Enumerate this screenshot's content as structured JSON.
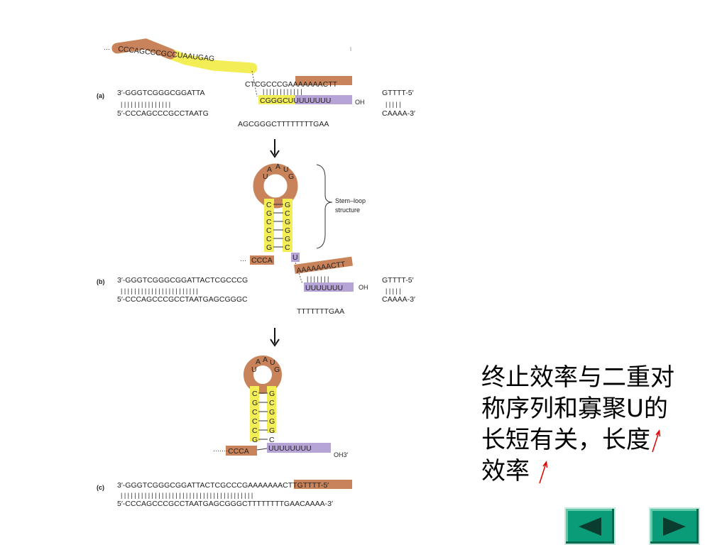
{
  "figure": {
    "panels": {
      "a": {
        "label": "(a)",
        "rna_tail_top": "CCCAGCCCGCCUAAUGAG",
        "dna_top_left": "3′-GGGTCGGGCGGATTA",
        "dna_bottom_left": "5′-CCCAGCCCGCCTAATG",
        "top_bubble_seq": "CTCGCCCGAAAAAAACTT",
        "rna_hybrid": "CGGGCUUUUUUUU",
        "oh": "OH",
        "bottom_bubble_seq": "AGCGGGCTTTTTTTTGAA",
        "dna_top_right": "GTTTT-5′",
        "dna_bottom_right": "CAAAA-3′"
      },
      "b": {
        "label": "(b)",
        "stem_loop_label_1": "Stem–loop",
        "stem_loop_label_2": "structure",
        "loop_letters": [
          "U",
          "A",
          "A",
          "U",
          "G"
        ],
        "stem_left": [
          "C",
          "G",
          "C",
          "C",
          "C",
          "G"
        ],
        "stem_right": [
          "G",
          "C",
          "G",
          "G",
          "G",
          "C"
        ],
        "tail_left": "CCCA",
        "tail_right_first": "U",
        "dna_top_left": "3′-GGGTCGGGCGGATTACTCGCCCG",
        "dna_bottom_left": "5′-CCCAGCCCGCCTAATGAGCGGGC",
        "top_bubble_seq": "AAAAAAACTT",
        "rna_hybrid": "UUUUUUU",
        "oh": "OH",
        "bottom_bubble_seq": "TTTTTTTGAA",
        "dna_top_right": "GTTTT-5′",
        "dna_bottom_right": "CAAAA-3′"
      },
      "c": {
        "label": "(c)",
        "loop_letters": [
          "U",
          "A",
          "A",
          "U",
          "G"
        ],
        "stem_left": [
          "C",
          "G",
          "C",
          "C",
          "C",
          "G"
        ],
        "stem_right": [
          "G",
          "C",
          "G",
          "G",
          "G",
          "C"
        ],
        "tail_left": "CCCA",
        "tail_right": "UUUUUUUU",
        "oh3": "OH3′",
        "dna_top": "3′-GGGTCGGGCGGATTACTCGCCCGAAAAAAACTTGTTTT-5′",
        "dna_bottom": "5′-CCCAGCCCGCCTAATGAGCGGGCTTTTTTTTGAACAAAA-3′"
      }
    },
    "colors": {
      "orange": "#c9835a",
      "yellow": "#f3ee55",
      "purple": "#b6a4d6",
      "arrow_red": "#e00000",
      "nav_green": "#0a9c78"
    }
  },
  "note": {
    "line1": "终止效率与二重对",
    "line2": "称序列和寡聚U的",
    "line3": "长短有关，长度",
    "line4": "效率"
  },
  "nav": {
    "prev_icon": "triangle-left-icon",
    "next_icon": "triangle-right-icon"
  }
}
